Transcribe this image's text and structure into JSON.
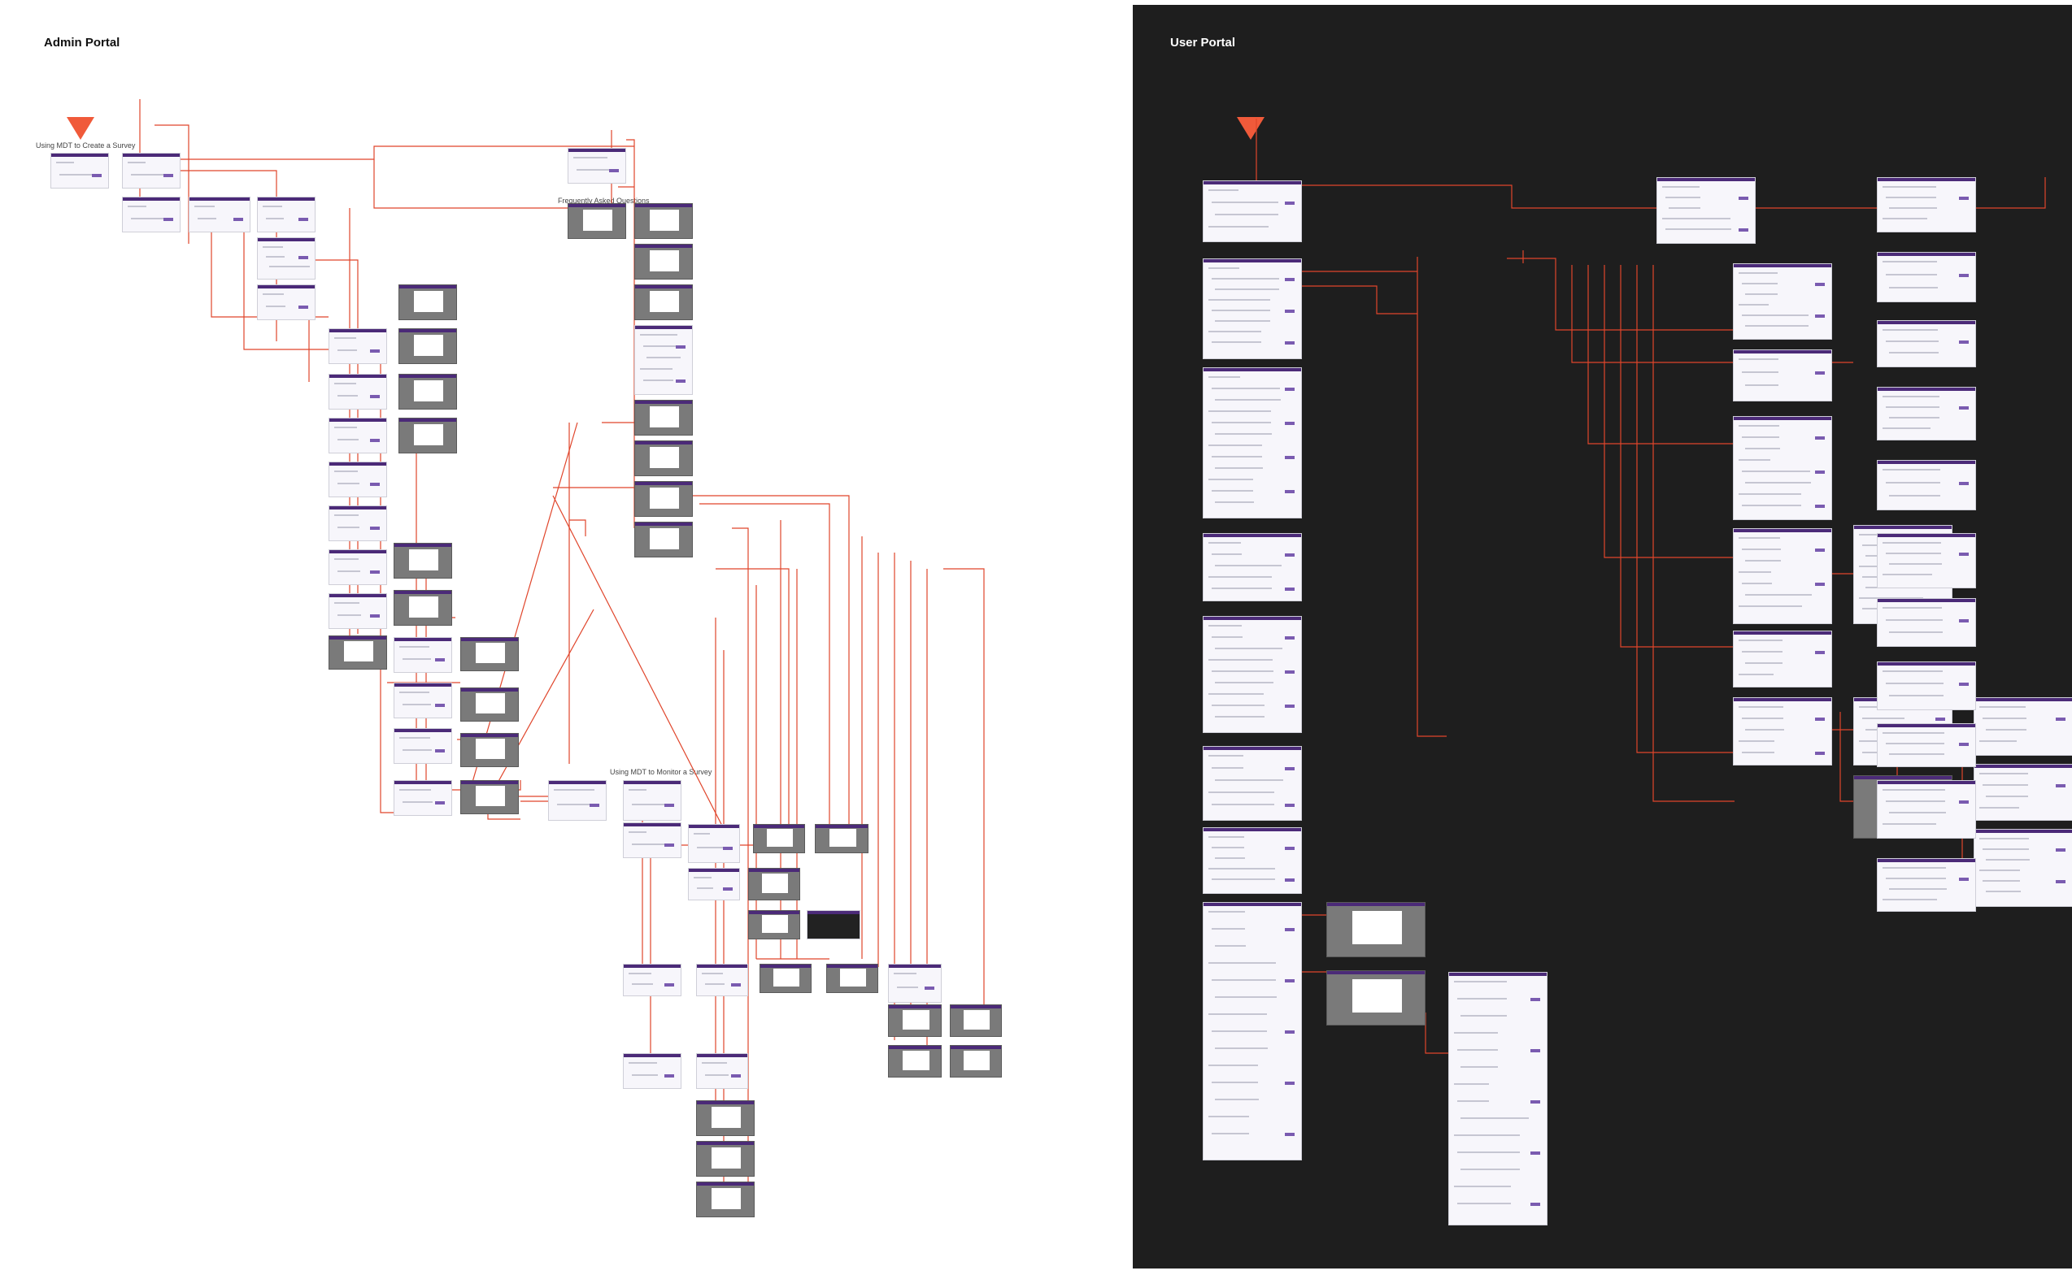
{
  "admin_portal": {
    "title": "Admin Portal",
    "labels": {
      "create_survey": "Using MDT to Create a Survey",
      "faq": "Frequently Asked Questions",
      "monitor_survey": "Using MDT to Monitor a Survey"
    }
  },
  "user_portal": {
    "title": "User Portal"
  },
  "colors": {
    "connector": "#e0452b",
    "start_marker": "#f05a3a",
    "header_bar": "#4b2a78",
    "user_background": "#1e1e1e",
    "admin_background": "#ffffff"
  }
}
